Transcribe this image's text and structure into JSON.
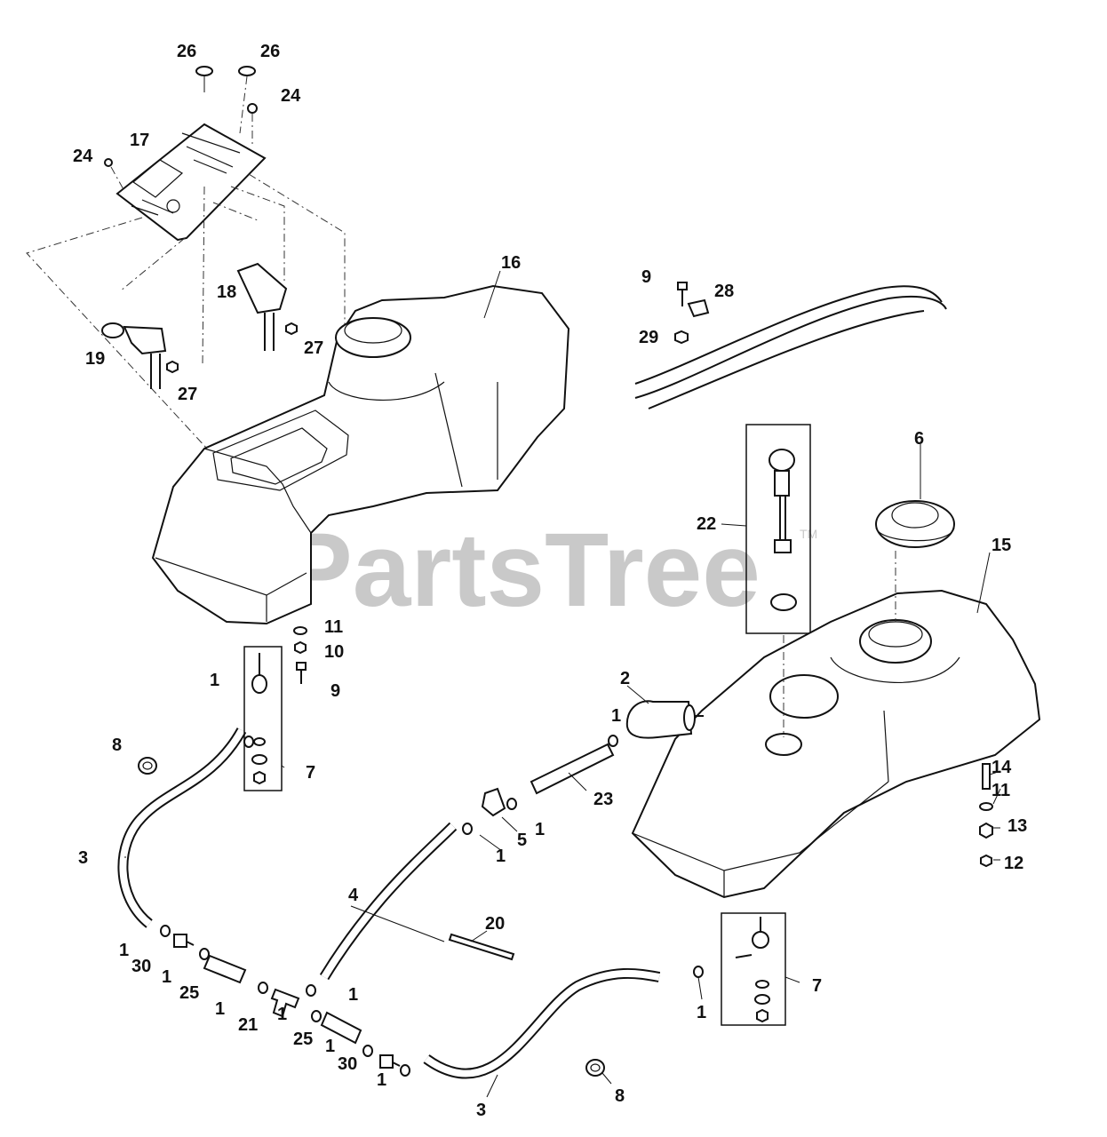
{
  "watermark": {
    "text": "PartsTree",
    "tm": "TM"
  },
  "callouts": {
    "c26a": "26",
    "c26b": "26",
    "c24a": "24",
    "c24b": "24",
    "c17": "17",
    "c18": "18",
    "c19": "19",
    "c27a": "27",
    "c27b": "27",
    "c16": "16",
    "c9a": "9",
    "c28": "28",
    "c29": "29",
    "c6": "6",
    "c22": "22",
    "c15": "15",
    "c11a": "11",
    "c10": "10",
    "c9b": "9",
    "c1a": "1",
    "c7a": "7",
    "c8a": "8",
    "c2": "2",
    "c1b": "1",
    "c23": "23",
    "c5": "5",
    "c1c": "1",
    "c1d": "1",
    "c14": "14",
    "c11b": "11",
    "c13": "13",
    "c12": "12",
    "c3a": "3",
    "c4": "4",
    "c20": "20",
    "c1e": "1",
    "c30a": "30",
    "c1f": "1",
    "c25a": "25",
    "c1g": "1",
    "c21": "21",
    "c1h": "1",
    "c1i": "1",
    "c25b": "25",
    "c1j": "1",
    "c30b": "30",
    "c1k": "1",
    "c3b": "3",
    "c8b": "8",
    "c1l": "1",
    "c7b": "7"
  }
}
